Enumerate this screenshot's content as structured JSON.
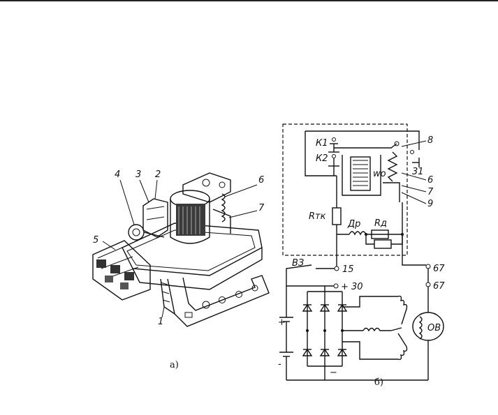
{
  "figure_a": {
    "caption": "а)",
    "part_labels": [
      "1",
      "2",
      "3",
      "4",
      "5",
      "6",
      "7"
    ]
  },
  "figure_b": {
    "caption": "б)",
    "labels": {
      "k1": "К1",
      "k2": "К2",
      "wo": "wo",
      "rtk": "Rтк",
      "dr": "Др",
      "rd": "Rд",
      "vz": "ВЗ",
      "t15": "15",
      "t30": "+ 30",
      "t31": "31",
      "t67a": "67",
      "t67b": "67",
      "ow": "ОВ",
      "n6": "6",
      "n7": "7",
      "n8": "8",
      "n9": "9",
      "plus": "+",
      "minus": "-",
      "minus2": "−"
    }
  }
}
